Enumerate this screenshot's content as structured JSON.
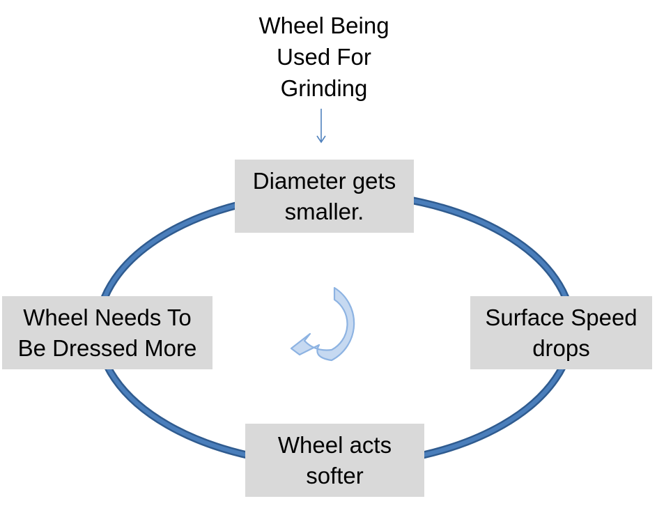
{
  "diagram": {
    "title": "Wheel Being\nUsed For\nGrinding",
    "cycle_direction": "clockwise",
    "steps": [
      {
        "id": "top",
        "label": "Diameter gets\nsmaller."
      },
      {
        "id": "right",
        "label": "Surface Speed\ndrops"
      },
      {
        "id": "bottom",
        "label": "Wheel acts\nsofter"
      },
      {
        "id": "left",
        "label": "Wheel Needs To\nBe Dressed More"
      }
    ],
    "icons": {
      "entry_arrow": "arrow-down-icon",
      "center_arrow": "circular-arrow-icon"
    },
    "colors": {
      "cycle_ring": "#4a7ebb",
      "cycle_ring_edge": "#2f5b8f",
      "box_fill": "#d9d9d9",
      "entry_arrow": "#4f81bd",
      "center_arrow_fill": "#c6d9f1",
      "center_arrow_stroke": "#8db3e2"
    }
  }
}
